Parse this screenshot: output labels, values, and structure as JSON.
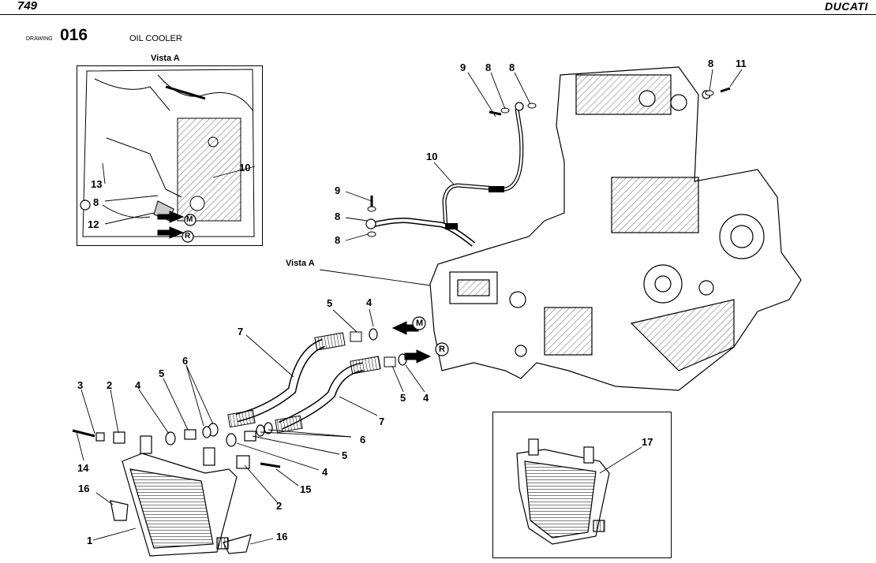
{
  "header": {
    "model": "749",
    "brand": "DUCATI"
  },
  "drawing": {
    "label": "DRAWING",
    "number": "016",
    "title": "OIL COOLER"
  },
  "vista": {
    "title": "Vista A",
    "callout": "Vista A",
    "marker_m": "M",
    "marker_r": "R"
  },
  "callouts": {
    "c1": "1",
    "c2a": "2",
    "c2b": "2",
    "c3": "3",
    "c4a": "4",
    "c4b": "4",
    "c4c": "4",
    "c4d": "4",
    "c5a": "5",
    "c5b": "5",
    "c5c": "5",
    "c5d": "5",
    "c6a": "6",
    "c6b": "6",
    "c7a": "7",
    "c7b": "7",
    "c8a": "8",
    "c8b": "8",
    "c8c": "8",
    "c8d": "8",
    "c8e": "8",
    "c8f": "8",
    "c9a": "9",
    "c9b": "9",
    "c10a": "10",
    "c10b": "10",
    "c11": "11",
    "c12": "12",
    "c13": "13",
    "c14": "14",
    "c15": "15",
    "c16a": "16",
    "c16b": "16",
    "c17": "17"
  }
}
